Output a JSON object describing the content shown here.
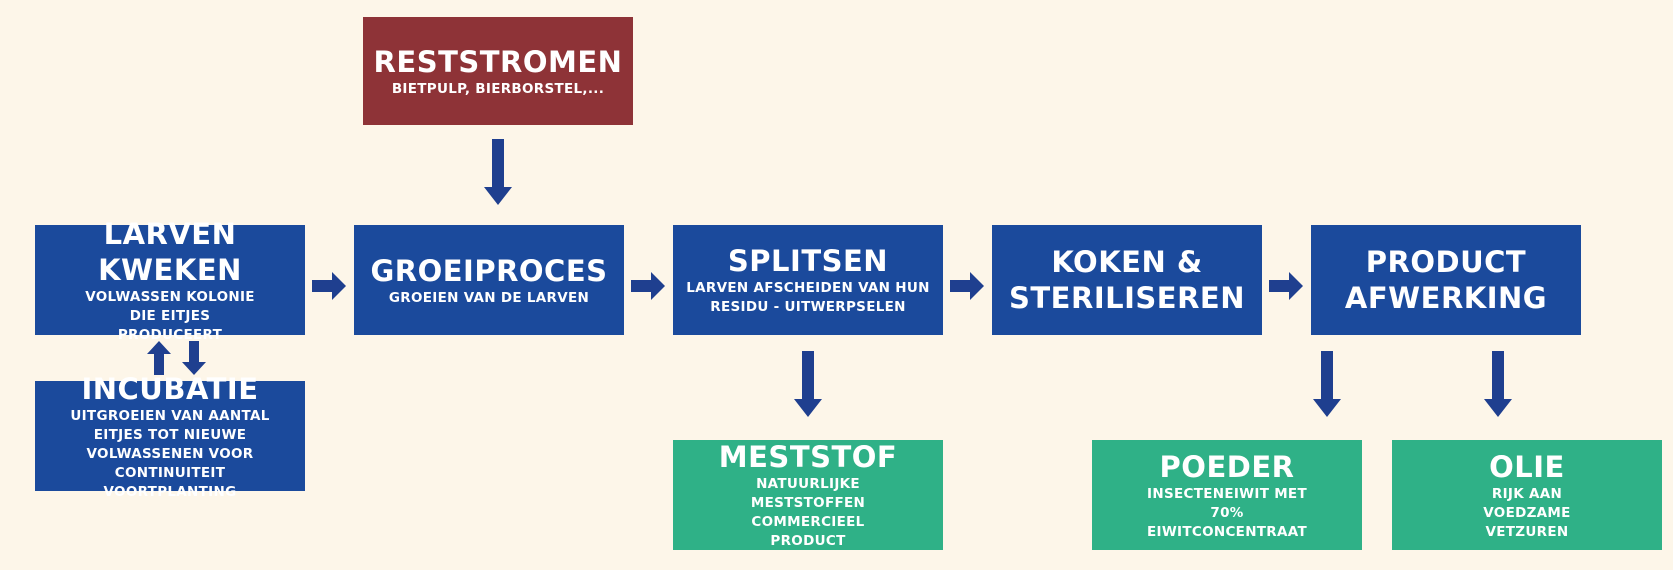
{
  "colors": {
    "background": "#fdf6e9",
    "process_box": "#1b4a9c",
    "input_box": "#8e3337",
    "output_box": "#2fb187",
    "arrow": "#1f3f8f"
  },
  "nodes": {
    "reststromen": {
      "title": "Reststromen",
      "subtitle": "Bietpulp, bierborstel,..."
    },
    "larven_kweken": {
      "title": "Larven kweken",
      "subtitle": "Volwassen kolonie die eitjes produceert"
    },
    "incubatie": {
      "title": "Incubatie",
      "subtitle": "Uitgroeien van aantal eitjes tot nieuwe volwassenen voor continuiteit voortplanting"
    },
    "groeiproces": {
      "title": "Groeiproces",
      "subtitle": "Groeien van de larven"
    },
    "splitsen": {
      "title": "Splitsen",
      "subtitle": "Larven afscheiden van hun residu - uitwerpselen"
    },
    "koken": {
      "title": "Koken & steriliseren"
    },
    "product_afwerking": {
      "title": "Product afwerking"
    },
    "meststof": {
      "title": "Meststof",
      "subtitle": "Natuurlijke meststoffen commercieel product"
    },
    "poeder": {
      "title": "Poeder",
      "subtitle": "Insecteneiwit met 70% eiwitconcentraat"
    },
    "olie": {
      "title": "Olie",
      "subtitle": "Rijk aan voedzame vetzuren"
    }
  }
}
